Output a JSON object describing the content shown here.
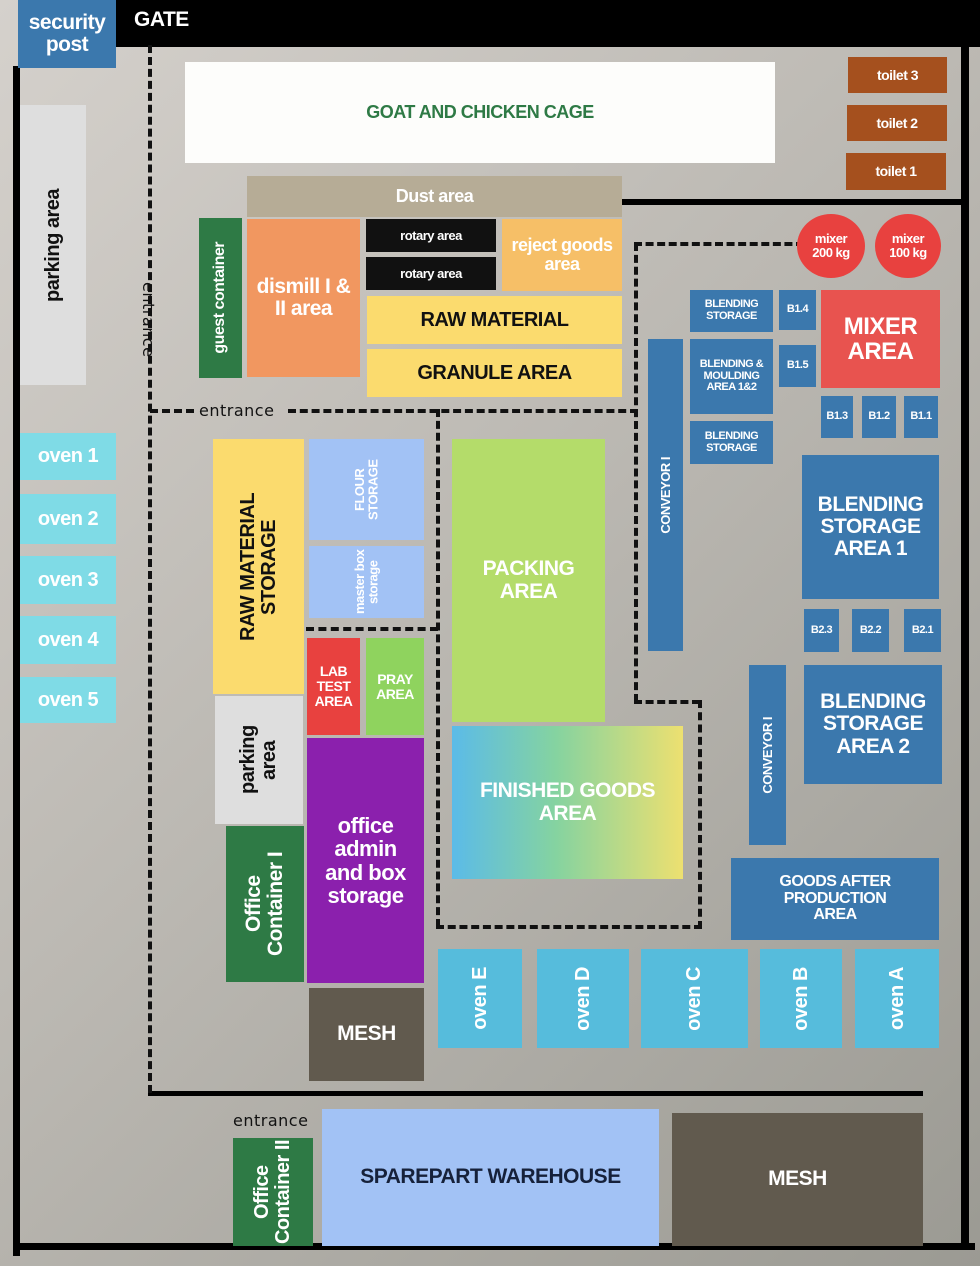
{
  "colors": {
    "wall": "#000000",
    "security": "#3b78ad",
    "blue": "#3b78ad",
    "cyan": "#56bcdc",
    "oven_left": "#7fdbe6",
    "mesh": "#615a4e",
    "green": "#2e7a45",
    "toilet": "#a5501e",
    "yellow": "#fbdb6e",
    "orange": "#f19760",
    "purple": "#8b20ad",
    "red": "#e8413f",
    "light_blue": "#a2c2f5"
  },
  "top": {
    "security_post": "security post",
    "gate": "GATE"
  },
  "goat_cage": "GOAT AND CHICKEN CAGE",
  "toilets": [
    "toilet 3",
    "toilet 2",
    "toilet 1"
  ],
  "left": {
    "parking": "parking area",
    "ovens": [
      "oven 1",
      "oven 2",
      "oven 3",
      "oven 4",
      "oven 5"
    ]
  },
  "entrances": {
    "vertical": "entrance",
    "horizontal": "entrance",
    "bottom": "entrance"
  },
  "zone1": {
    "dust": "Dust area",
    "guest_container": "guest container",
    "dismill": "dismill I & II area",
    "rotary_1": "rotary area",
    "rotary_2": "rotary area",
    "reject": "reject goods area",
    "raw_material": "RAW MATERIAL",
    "granule": "GRANULE AREA"
  },
  "mixers": [
    "mixer 200 kg",
    "mixer 100 kg"
  ],
  "right": {
    "blending_storage_top": "BLENDING STORAGE",
    "blending_moulding": "BLENDING & MOULDING AREA 1&2",
    "blending_storage_mid": "BLENDING STORAGE",
    "b14": "B1.4",
    "b15": "B1.5",
    "mixer_area": "MIXER AREA",
    "b13": "B1.3",
    "b12": "B1.2",
    "b11": "B1.1",
    "conveyor_1": "CONVEYOR I",
    "blending_area_1": "BLENDING STORAGE AREA 1",
    "b23": "B2.3",
    "b22": "B2.2",
    "b21": "B2.1",
    "conveyor_2": "CONVEYOR I",
    "blending_area_2": "BLENDING STORAGE AREA 2",
    "goods_after": "GOODS AFTER PRODUCTION AREA"
  },
  "center": {
    "raw_material_storage": "RAW MATERIAL STORAGE",
    "flour_storage": "FLOUR STORAGE",
    "master_box": "master box storage",
    "packing": "PACKING AREA",
    "parking": "parking area",
    "lab_test": "LAB TEST AREA",
    "pray": "PRAY AREA",
    "office_admin": "office admin and box storage",
    "finished_goods": "FINISHED GOODS AREA",
    "office_container_1": "Office Container I",
    "mesh": "MESH"
  },
  "ovens_bottom": [
    "oven E",
    "oven D",
    "oven C",
    "oven B",
    "oven A"
  ],
  "bottom": {
    "office_container_2": "Office Container II",
    "sparepart": "SPAREPART WAREHOUSE",
    "mesh": "MESH"
  }
}
